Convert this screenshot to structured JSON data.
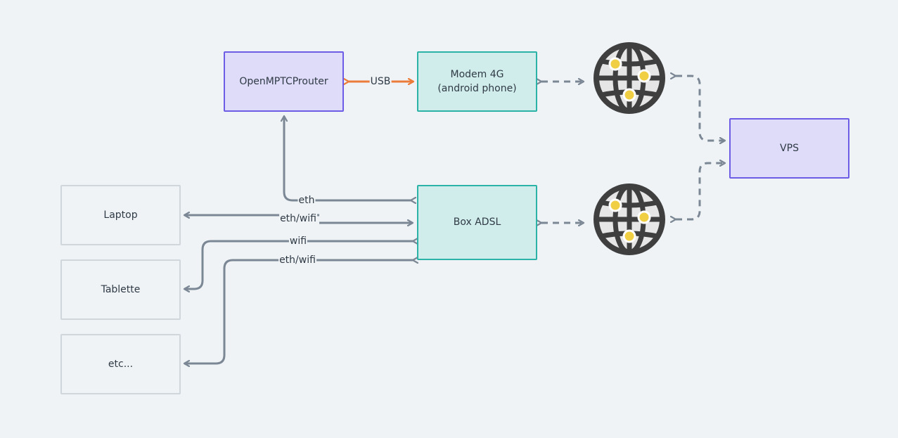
{
  "nodes": {
    "openmptcprouter": "OpenMPTCProuter",
    "modem_4g": "Modem 4G\n(android phone)",
    "vps": "VPS",
    "box_adsl": "Box ADSL",
    "laptop": "Laptop",
    "tablette": "Tablette",
    "etc": "etc..."
  },
  "edges": {
    "usb": "USB",
    "eth_router": "eth",
    "eth_wifi_laptop": "eth/wifi",
    "wifi_tablette": "wifi",
    "eth_wifi_etc": "eth/wifi"
  },
  "colors": {
    "purple_fill": "#dfdcfa",
    "purple_border": "#6c5ce6",
    "teal_fill": "#d0edeb",
    "teal_border": "#2bb3a8",
    "plain_border": "#cfd6dc",
    "edge": "#7b8794",
    "usb_edge": "#ec7c3a",
    "globe": "#3f3f3f",
    "globe_dot": "#f1cf45"
  },
  "icons": [
    "globe-icon",
    "globe-icon"
  ]
}
